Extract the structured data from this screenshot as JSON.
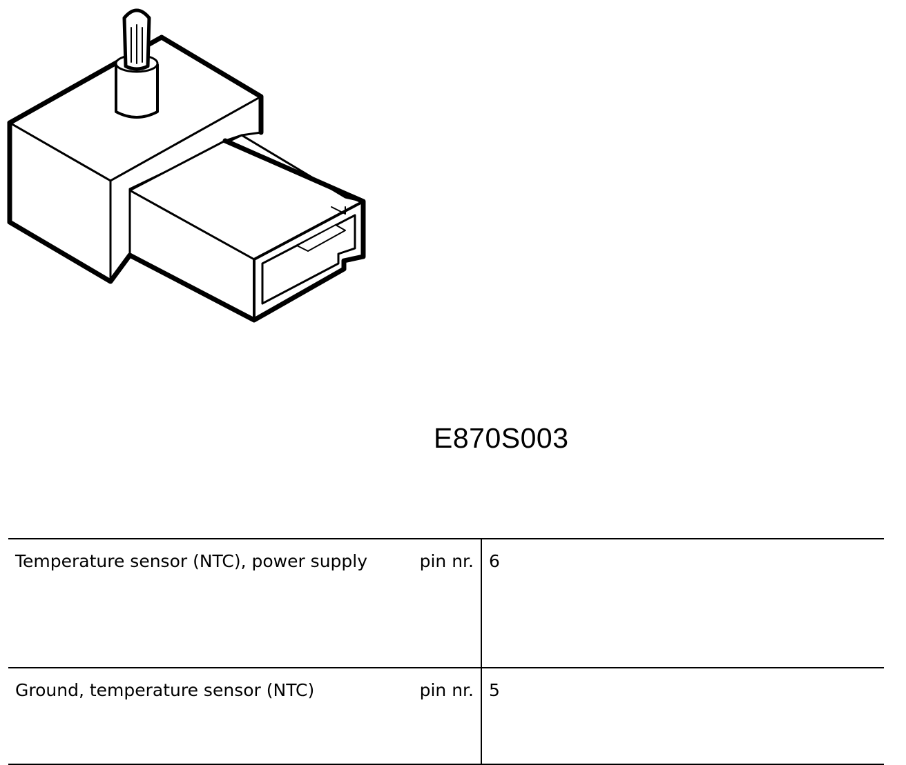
{
  "figure": {
    "code": "E870S003",
    "icon": "sensor-connector-illustration"
  },
  "pins": [
    {
      "description": "Temperature sensor (NTC), power supply",
      "label": "pin nr.",
      "value": "6"
    },
    {
      "description": "Ground, temperature sensor (NTC)",
      "label": "pin nr.",
      "value": "5"
    }
  ]
}
